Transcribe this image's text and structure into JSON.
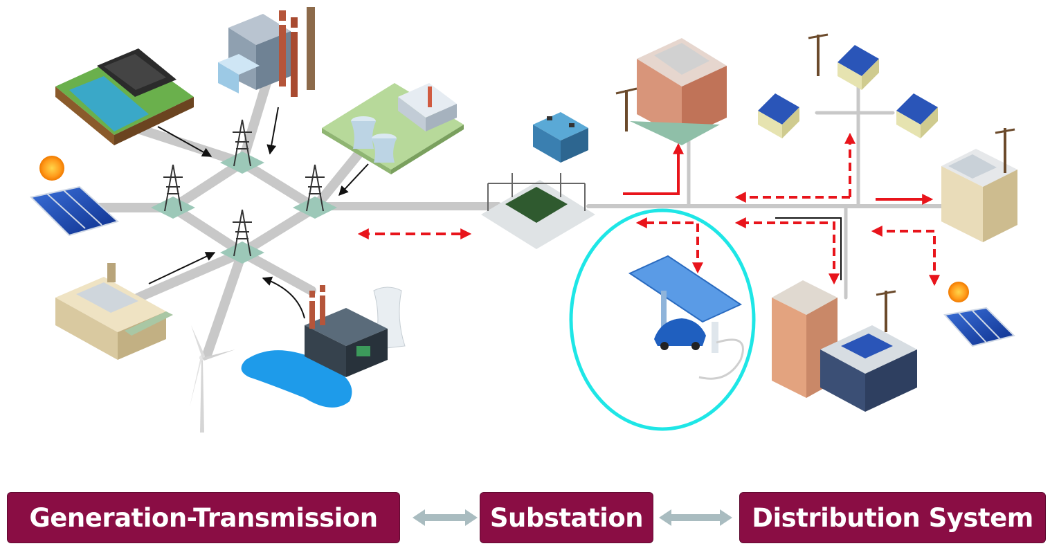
{
  "labels": {
    "generation_transmission": "Generation-Transmission",
    "substation": "Substation",
    "distribution_system": "Distribution System"
  },
  "colors": {
    "label_bg": "#8a0d44",
    "flow_arrow": "#e8141b",
    "ev_highlight": "#1ee6e6",
    "line": "#c7c7c7",
    "connector_arrow": "#a9bcc0"
  }
}
